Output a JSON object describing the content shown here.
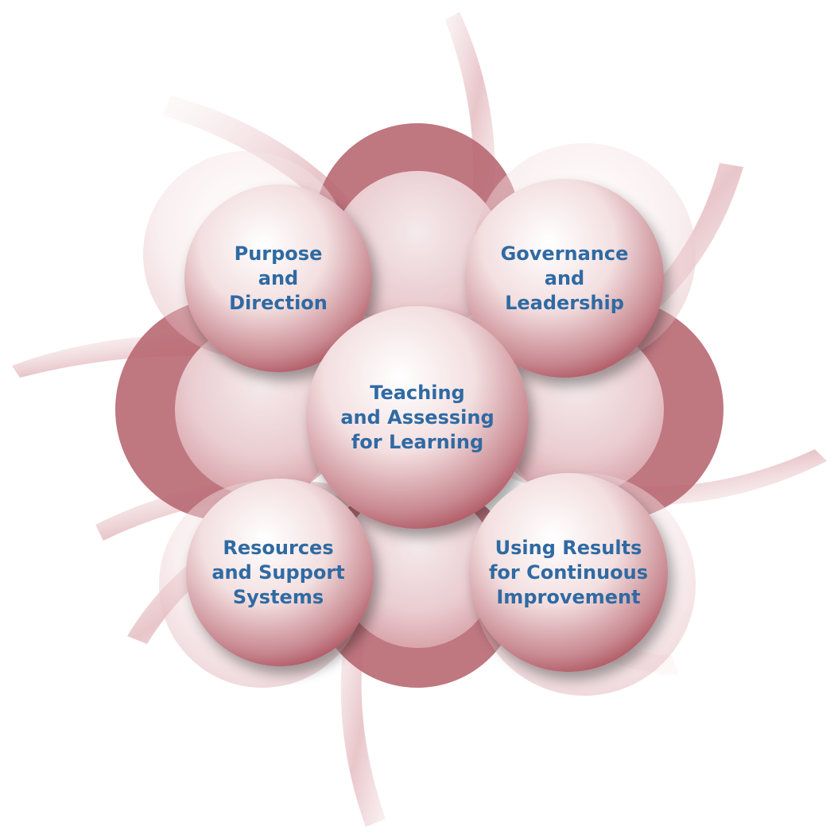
{
  "diagram": {
    "center": {
      "label": "Teaching\nand Assessing\nfor Learning"
    },
    "nodes": [
      {
        "id": "purpose",
        "label": "Purpose\nand\nDirection"
      },
      {
        "id": "governance",
        "label": "Governance\nand\nLeadership"
      },
      {
        "id": "resources",
        "label": "Resources\nand Support\nSystems"
      },
      {
        "id": "using",
        "label": "Using Results\nfor Continuous\nImprovement"
      }
    ]
  },
  "colors": {
    "label_text": "#2f6aa3",
    "ring_dark": "#b5636c",
    "ring_light": "#f0d7d9",
    "sphere_edge": "#a94a55",
    "sphere_highlight": "#ffffff"
  }
}
